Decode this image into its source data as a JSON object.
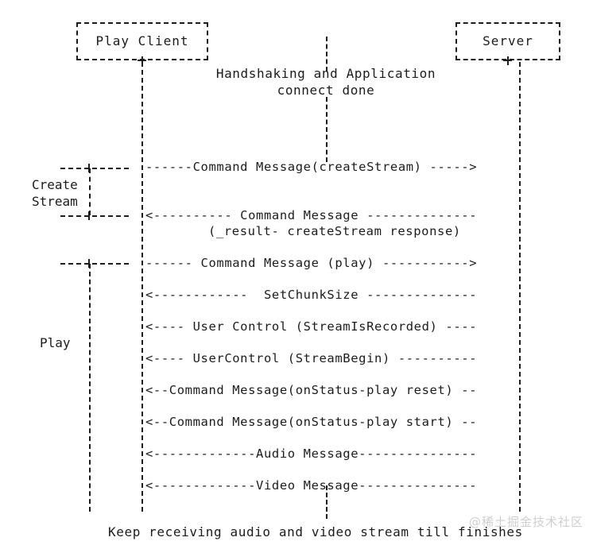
{
  "diagram": {
    "kind": "ascii-sequence-diagram",
    "participants": [
      {
        "id": "client",
        "label": "Play Client"
      },
      {
        "id": "server",
        "label": "Server"
      }
    ],
    "notes": {
      "top_line1": "Handshaking and Application",
      "top_line2": "connect done",
      "bottom": "Keep receiving audio and video stream till finishes"
    },
    "phases": [
      {
        "id": "create-stream",
        "label_line1": "Create",
        "label_line2": "Stream"
      },
      {
        "id": "play",
        "label_line1": "Play",
        "label_line2": ""
      }
    ],
    "messages": [
      {
        "id": "create-stream-request",
        "direction": "client-to-server",
        "art": "------Command Message(createStream) ----->",
        "text": "Command Message(createStream)"
      },
      {
        "id": "create-stream-response",
        "direction": "server-to-client",
        "art": "<---------- Command Message --------------",
        "text": "Command Message",
        "sub": "(_result- createStream response)"
      },
      {
        "id": "play-request",
        "direction": "client-to-server",
        "art": "------ Command Message (play) ----------->",
        "text": "Command Message (play)"
      },
      {
        "id": "set-chunk-size",
        "direction": "server-to-client",
        "art": "<------------  SetChunkSize --------------",
        "text": "SetChunkSize"
      },
      {
        "id": "user-control-stream-is-recorded",
        "direction": "server-to-client",
        "art": "<---- User Control (StreamIsRecorded) ----",
        "text": "User Control (StreamIsRecorded)"
      },
      {
        "id": "user-control-stream-begin",
        "direction": "server-to-client",
        "art": "<---- UserControl (StreamBegin) ----------",
        "text": "UserControl (StreamBegin)"
      },
      {
        "id": "on-status-play-reset",
        "direction": "server-to-client",
        "art": "<--Command Message(onStatus-play reset) --",
        "text": "Command Message(onStatus-play reset)"
      },
      {
        "id": "on-status-play-start",
        "direction": "server-to-client",
        "art": "<--Command Message(onStatus-play start) --",
        "text": "Command Message(onStatus-play start)"
      },
      {
        "id": "audio-message",
        "direction": "server-to-client",
        "art": "<-------------Audio Message---------------",
        "text": "Audio Message"
      },
      {
        "id": "video-message",
        "direction": "server-to-client",
        "art": "<-------------Video Message---------------",
        "text": "Video Message"
      }
    ]
  },
  "watermark": {
    "text": "@稀土掘金技术社区"
  },
  "colors": {
    "ink": "#1c1c1c",
    "background": "#ffffff",
    "watermark": "#cfcfcf"
  }
}
